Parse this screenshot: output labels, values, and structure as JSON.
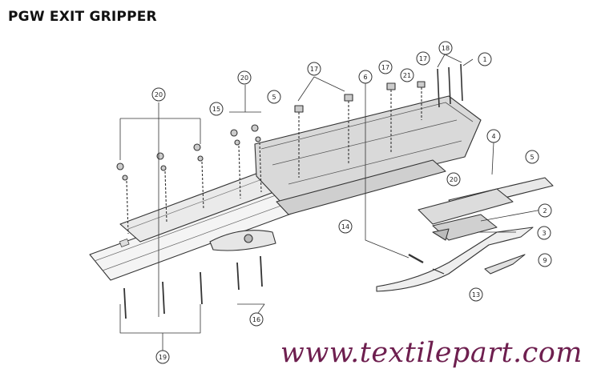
{
  "title": "PGW EXIT GRIPPER",
  "watermark": "www.textilepart.com",
  "callouts": [
    "1",
    "2",
    "3",
    "4",
    "5",
    "5",
    "6",
    "9",
    "13",
    "14",
    "15",
    "16",
    "17",
    "17",
    "17",
    "18",
    "19",
    "20",
    "20",
    "20",
    "21"
  ],
  "colors": {
    "line": "#333333",
    "watermark": "#6e1f4f",
    "circle_fill": "#ffffff"
  }
}
